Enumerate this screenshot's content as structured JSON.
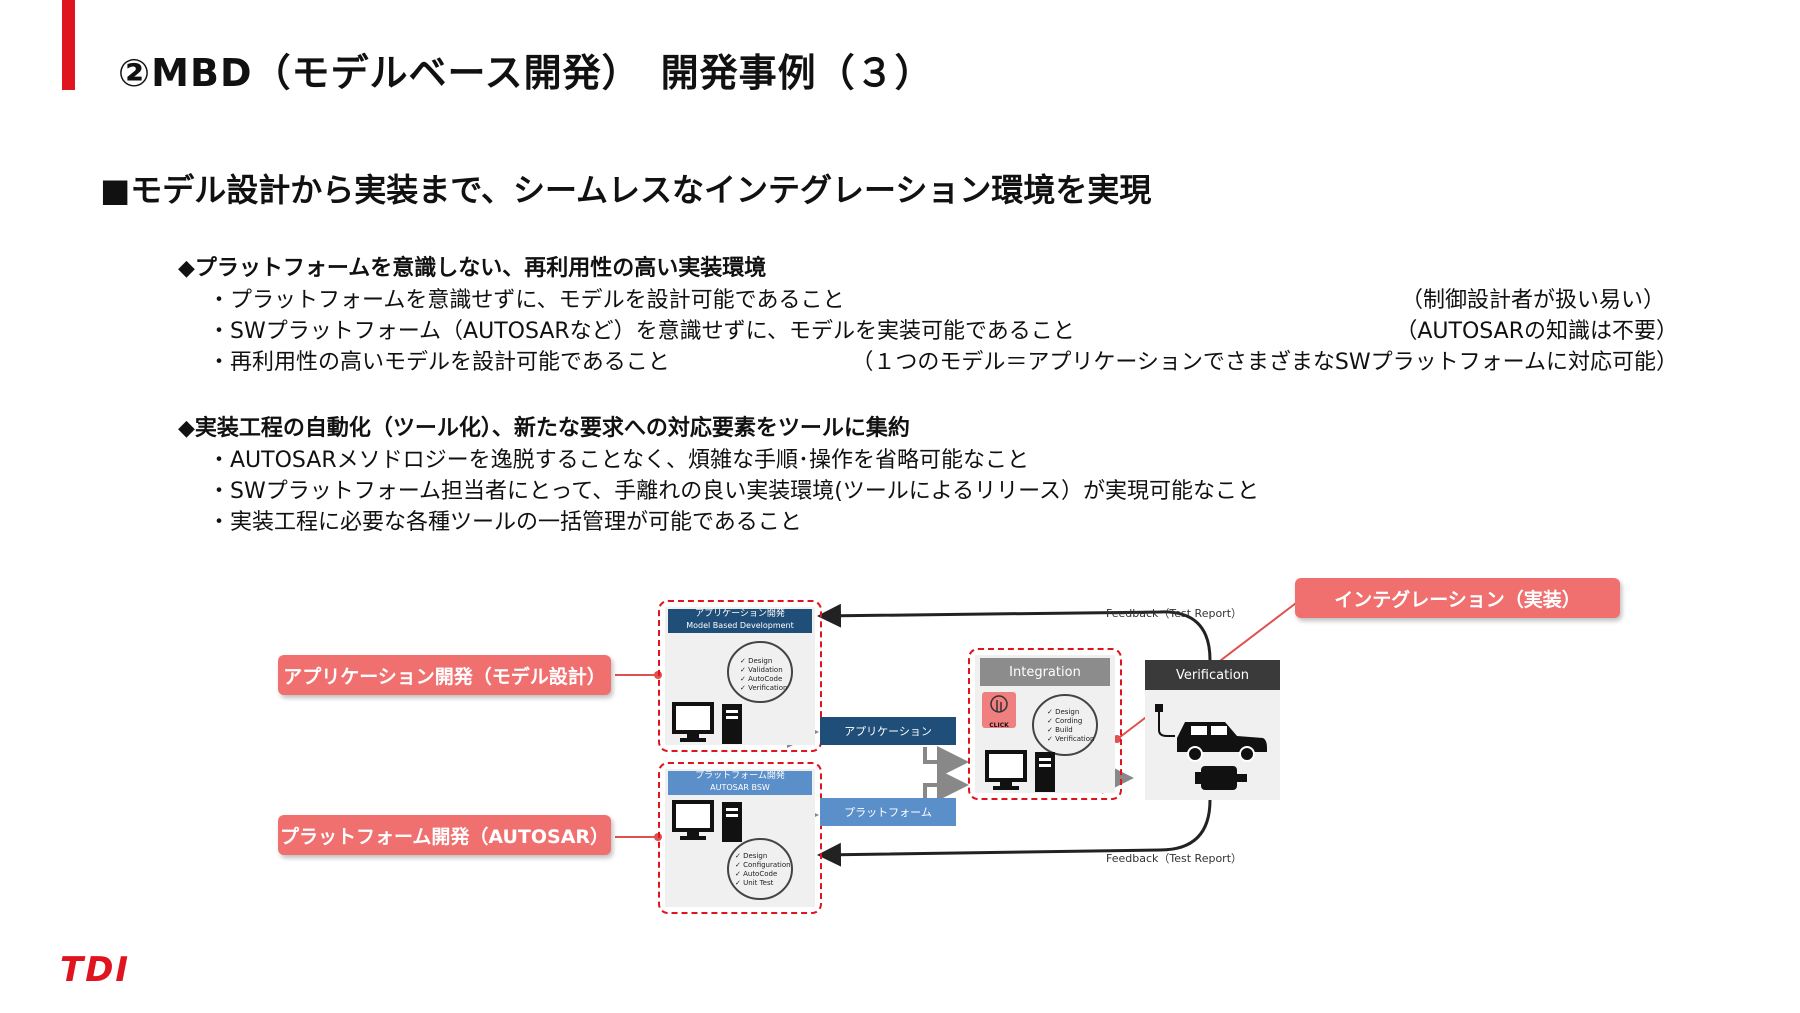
{
  "header": {
    "title": "②MBD（モデルベース開発）　開発事例（３）",
    "subtitle": "■モデル設計から実装まで、シームレスなインテグレーション環境を実現"
  },
  "section1": {
    "heading": "◆プラットフォームを意識しない、再利用性の高い実装環境",
    "items": [
      {
        "text": "・プラットフォームを意識せずに、モデルを設計可能であること",
        "note": "（制御設計者が扱い易い）"
      },
      {
        "text": "・SWプラットフォーム（AUTOSARなど）を意識せずに、モデルを実装可能であること",
        "note": "（AUTOSARの知識は不要）"
      },
      {
        "text": "・再利用性の高いモデルを設計可能であること",
        "note": "（１つのモデル＝アプリケーションでさまざまなSWプラットフォームに対応可能）"
      }
    ]
  },
  "section2": {
    "heading": "◆実装工程の自動化（ツール化）、新たな要求への対応要素をツールに集約",
    "items": [
      "・AUTOSARメソドロジーを逸脱することなく、煩雑な手順･操作を省略可能なこと",
      "・SWプラットフォーム担当者にとって、手離れの良い実装環境(ツールによるリリース）が実現可能なこと",
      "・実装工程に必要な各種ツールの一括管理が可能であること"
    ]
  },
  "diagram": {
    "callouts": {
      "app_dev": "アプリケーション開発（モデル設計）",
      "platform_dev": "プラットフォーム開発（AUTOSAR）",
      "integration": "インテグレーション（実装）"
    },
    "app_panel": {
      "title": "アプリケーション開発",
      "subtitle": "Model Based Development",
      "steps": [
        "✓ Design",
        "✓ Validation",
        "✓ AutoCode",
        "✓ Verification"
      ]
    },
    "platform_panel": {
      "title": "プラットフォーム開発",
      "subtitle": "AUTOSAR BSW",
      "steps": [
        "✓ Design",
        "✓ Configuration",
        "✓ AutoCode",
        "✓ Unit Test"
      ]
    },
    "integration_panel": {
      "title": "Integration",
      "click": "CLICK",
      "steps": [
        "✓ Design",
        "✓ Cording",
        "✓ Build",
        "✓ Verification"
      ]
    },
    "verification_panel": {
      "title": "Verification"
    },
    "chips": {
      "application": "アプリケーション",
      "platform": "プラットフォーム"
    },
    "feedback_top": "Feedback（Test Report）",
    "feedback_bottom": "Feedback（Test Report）"
  },
  "footer": {
    "logo": "TDI"
  },
  "colors": {
    "accent": "#e0141e",
    "callout": "#f07070",
    "navy": "#1f4e79",
    "blue": "#5b8fc9"
  }
}
